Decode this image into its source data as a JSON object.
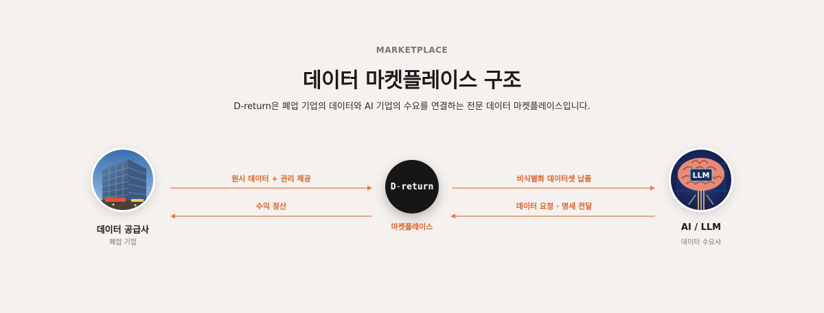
{
  "header": {
    "eyebrow": "MARKETPLACE",
    "title": "데이터 마켓플레이스 구조",
    "subtitle": "D-return은 폐업 기업의 데이터와 AI 기업의 수요를 연결하는 전문 데이터 마켓플레이스입니다."
  },
  "supplier": {
    "label": "데이터 공급사",
    "sub": "폐업 기업"
  },
  "consumer": {
    "label": "AI / LLM",
    "sub": "데이터 수요사",
    "badge": "LLM"
  },
  "center": {
    "logo_prefix": "D",
    "logo_dash": "-",
    "logo_suffix": "return",
    "label": "마켓플레이스"
  },
  "flows": {
    "left_top": "원시 데이터 + 권리 제공",
    "left_bottom": "수익 정산",
    "right_top": "비식별화 데이터셋 납품",
    "right_bottom": "데이터 요청 · 명세 전달"
  },
  "colors": {
    "accent": "#e8793f",
    "accent_text": "#d9622a",
    "background": "#f5f1ef",
    "center_bg": "#161616"
  }
}
